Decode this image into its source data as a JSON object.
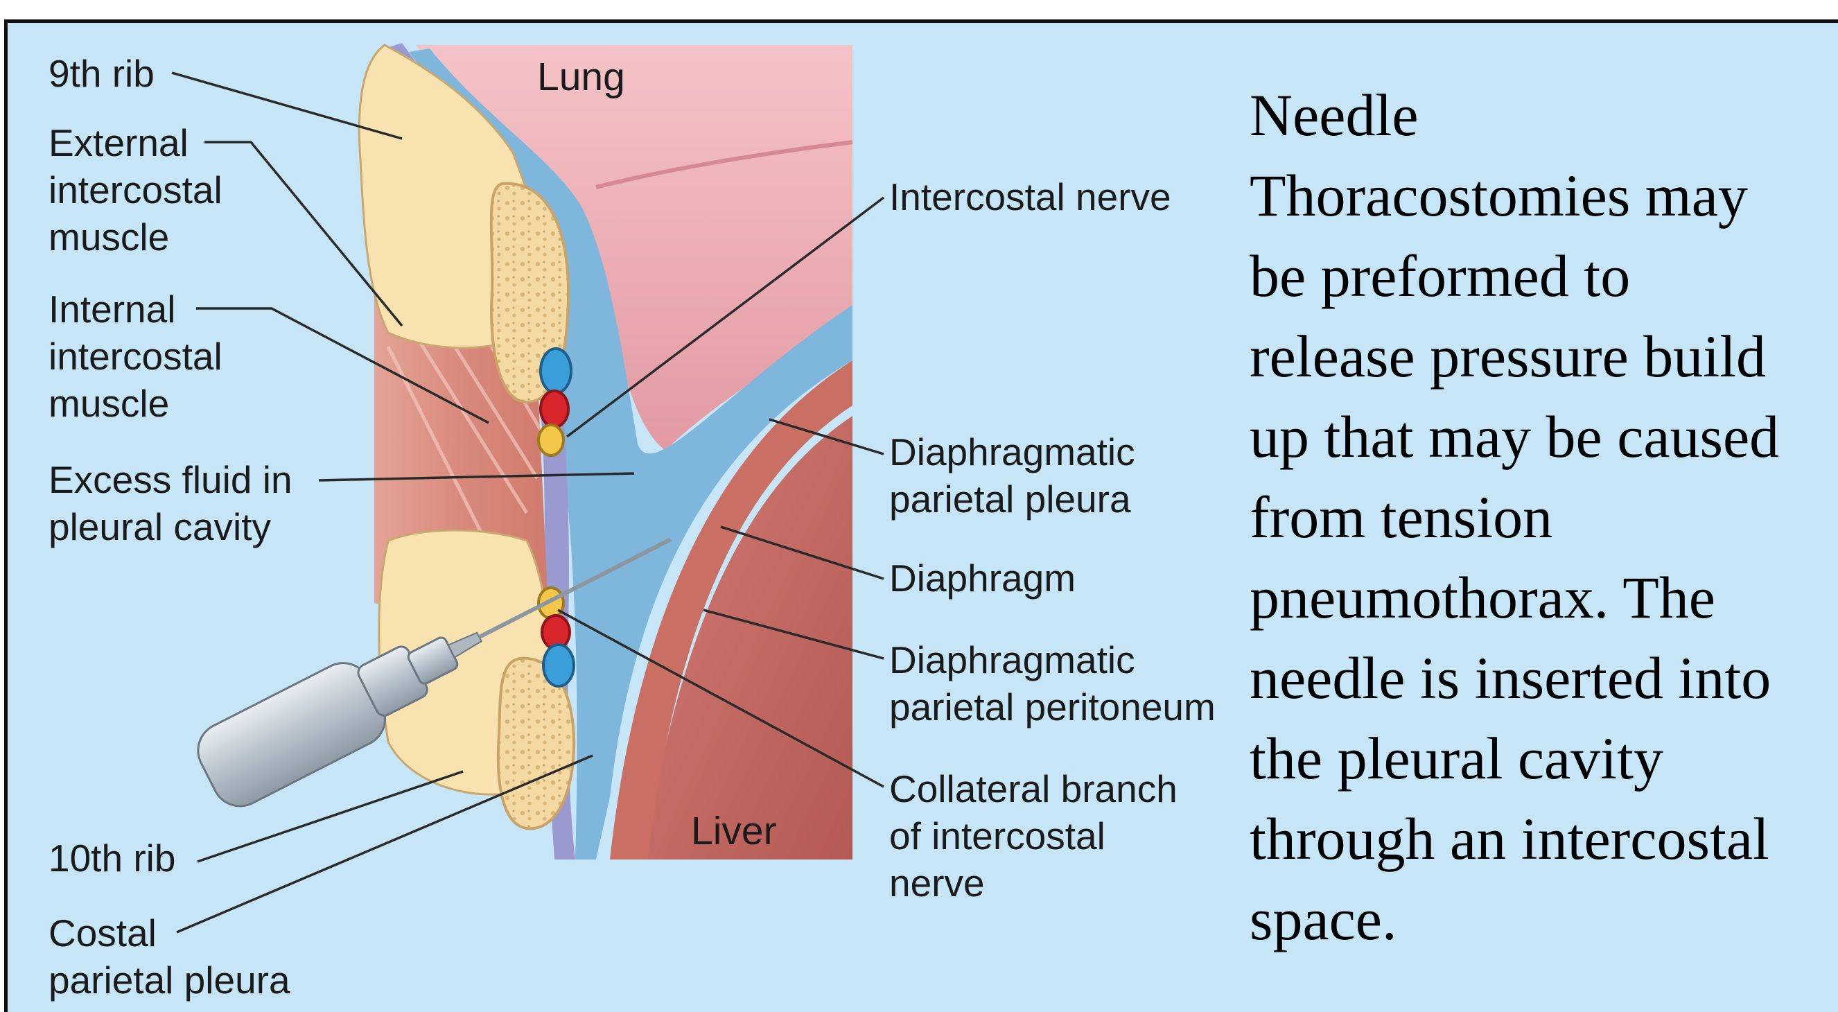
{
  "diagram": {
    "labels": {
      "rib9": "9th rib",
      "external_intercostal": "External\nintercostal\nmuscle",
      "internal_intercostal": "Internal\nintercostal\nmuscle",
      "excess_fluid": "Excess fluid in\npleural cavity",
      "rib10": "10th rib",
      "costal_pleura": "Costal\nparietal pleura",
      "lung": "Lung",
      "liver": "Liver",
      "intercostal_nerve": "Intercostal nerve",
      "diaphragmatic_parietal_pleura": "Diaphragmatic\nparietal pleura",
      "diaphragm": "Diaphragm",
      "diaphragmatic_parietal_peritoneum": "Diaphragmatic\nparietal peritoneum",
      "collateral_branch": "Collateral branch\nof intercostal\nnerve"
    },
    "colors": {
      "background": "#c6e6f8",
      "bone": "#f7e2b0",
      "muscle": "#d88e80",
      "lung": "#e9a6ad",
      "pleura": "#9a9ad0",
      "fluid": "#7fb6dc",
      "liver": "#c4635d"
    }
  },
  "caption": {
    "text": "Needle\nThoracostomies may\nbe preformed to\nrelease pressure build\nup that may be caused\nfrom tension\npneumothorax. The\nneedle is inserted into\nthe pleural cavity\nthrough an intercostal\nspace."
  }
}
